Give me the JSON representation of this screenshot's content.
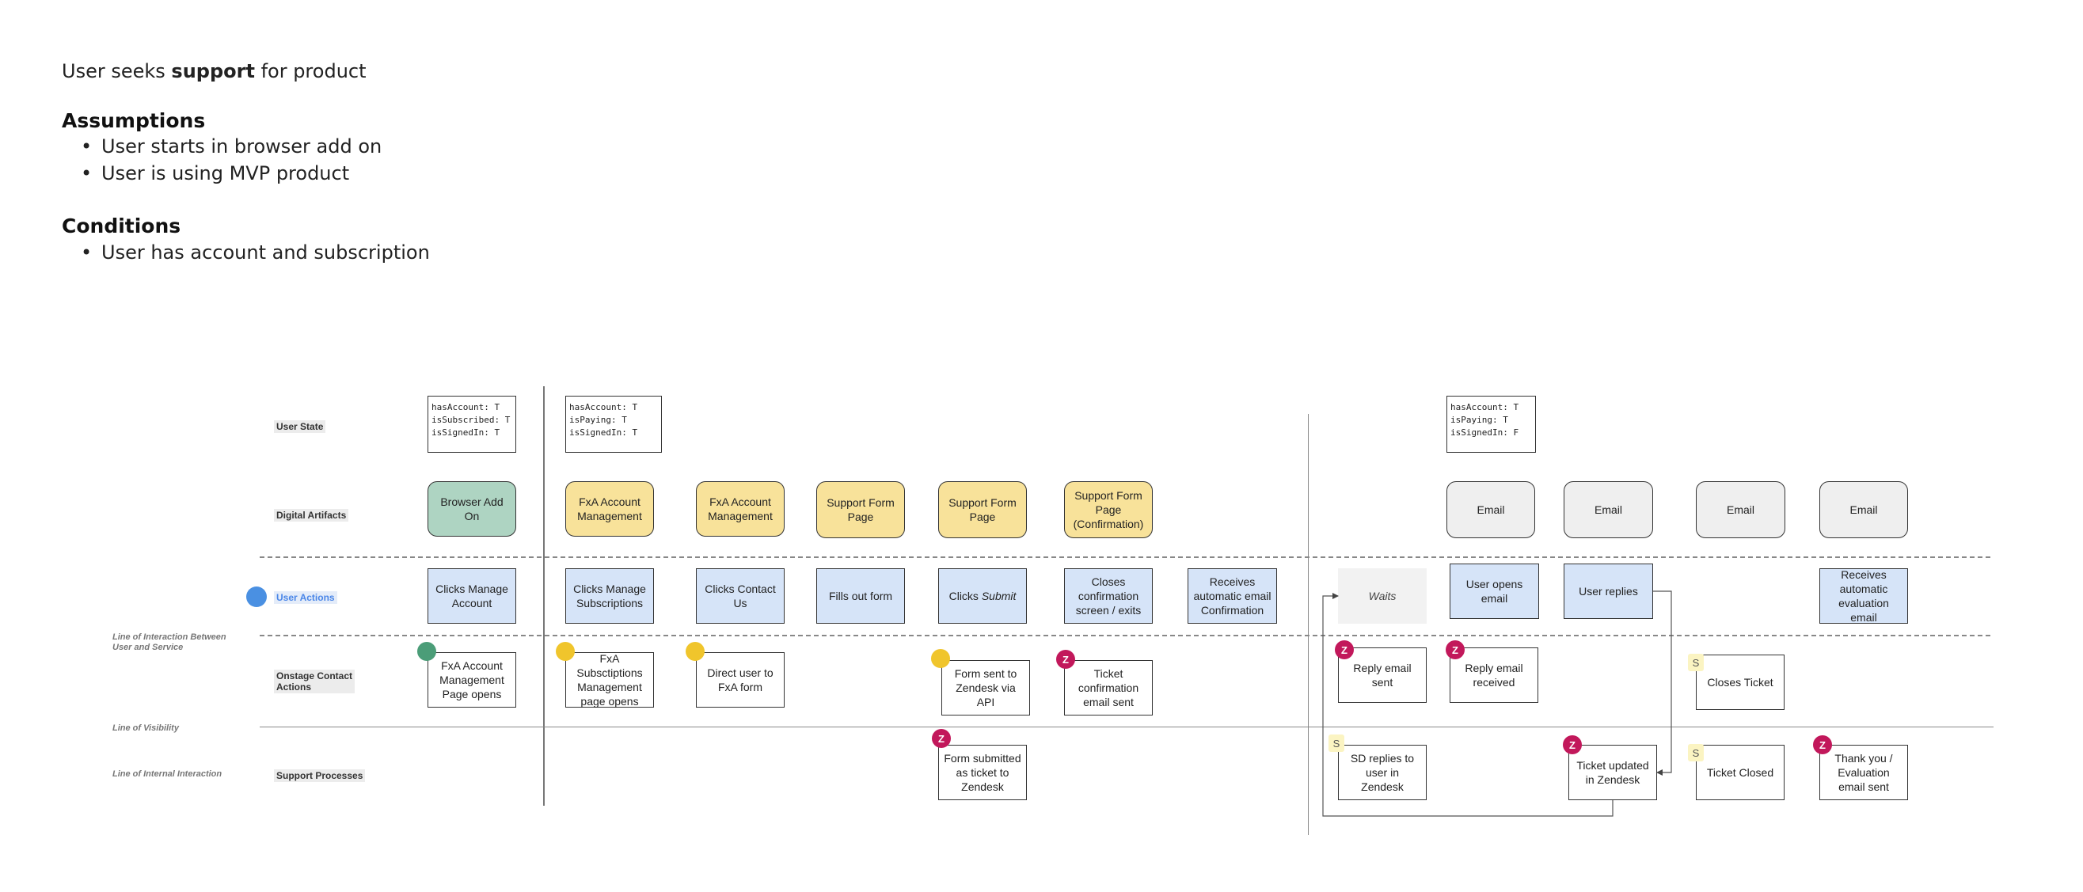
{
  "header": {
    "title_pre": "User seeks ",
    "title_bold": "support",
    "title_post": " for product",
    "assumptions_heading": "Assumptions",
    "assumptions": [
      "User starts in browser add on",
      "User is using MVP product"
    ],
    "conditions_heading": "Conditions",
    "conditions": [
      "User has account and subscription"
    ]
  },
  "lanes": {
    "user_state": "User State",
    "digital_artifacts": "Digital Artifacts",
    "user_actions": "User Actions",
    "onstage": "Onstage Contact\nActions",
    "support": "Support Processes"
  },
  "lines": {
    "interaction": "Line of Interaction Between\nUser and Service",
    "visibility": "Line of Visibility",
    "internal": "Line of Internal Interaction"
  },
  "states": [
    [
      "hasAccount: T",
      "isSubscribed: T",
      "isSignedIn: T"
    ],
    [
      "hasAccount: T",
      "isPaying: T",
      "isSignedIn: T"
    ],
    [
      "hasAccount: T",
      "isPaying: T",
      "isSignedIn: F"
    ]
  ],
  "artifacts": [
    "Browser Add On",
    "FxA Account Management",
    "FxA Account Management",
    "Support Form Page",
    "Support Form Page",
    "Support Form Page (Confirmation)",
    "Email",
    "Email",
    "Email",
    "Email"
  ],
  "actions": {
    "a1": "Clicks Manage Account",
    "a2": "Clicks Manage Subscriptions",
    "a3": "Clicks Contact Us",
    "a4": "Fills out form",
    "a5_pre": "Clicks ",
    "a5_em": "Submit",
    "a6": "Closes confirmation screen / exits",
    "a7": "Receives automatic email Confirmation",
    "a8": "Waits",
    "a9": "User opens email",
    "a10": "User replies",
    "a11": "Receives automatic evaluation email"
  },
  "onstage": [
    "FxA Account Management Page opens",
    "FxA Subsctiptions Management page opens",
    "Direct user to FxA form",
    "Form sent to Zendesk via API",
    "Ticket confirmation email sent",
    "Reply email sent",
    "Reply email received",
    "Closes Ticket"
  ],
  "support": [
    "Form submitted as ticket to Zendesk",
    "SD replies to user in Zendesk",
    "Ticket updated in Zendesk",
    "Ticket Closed",
    "Thank you / Evaluation email sent"
  ],
  "badges": {
    "z": "Z",
    "s": "S"
  },
  "colors": {
    "artifact_green": "#aed4c2",
    "artifact_yellow": "#f8e29a",
    "artifact_gray": "#efefef",
    "action_blue": "#d6e4f8",
    "zendesk": "#c2185b",
    "step_yellow": "#f0c52c",
    "step_green": "#4b9d78"
  }
}
